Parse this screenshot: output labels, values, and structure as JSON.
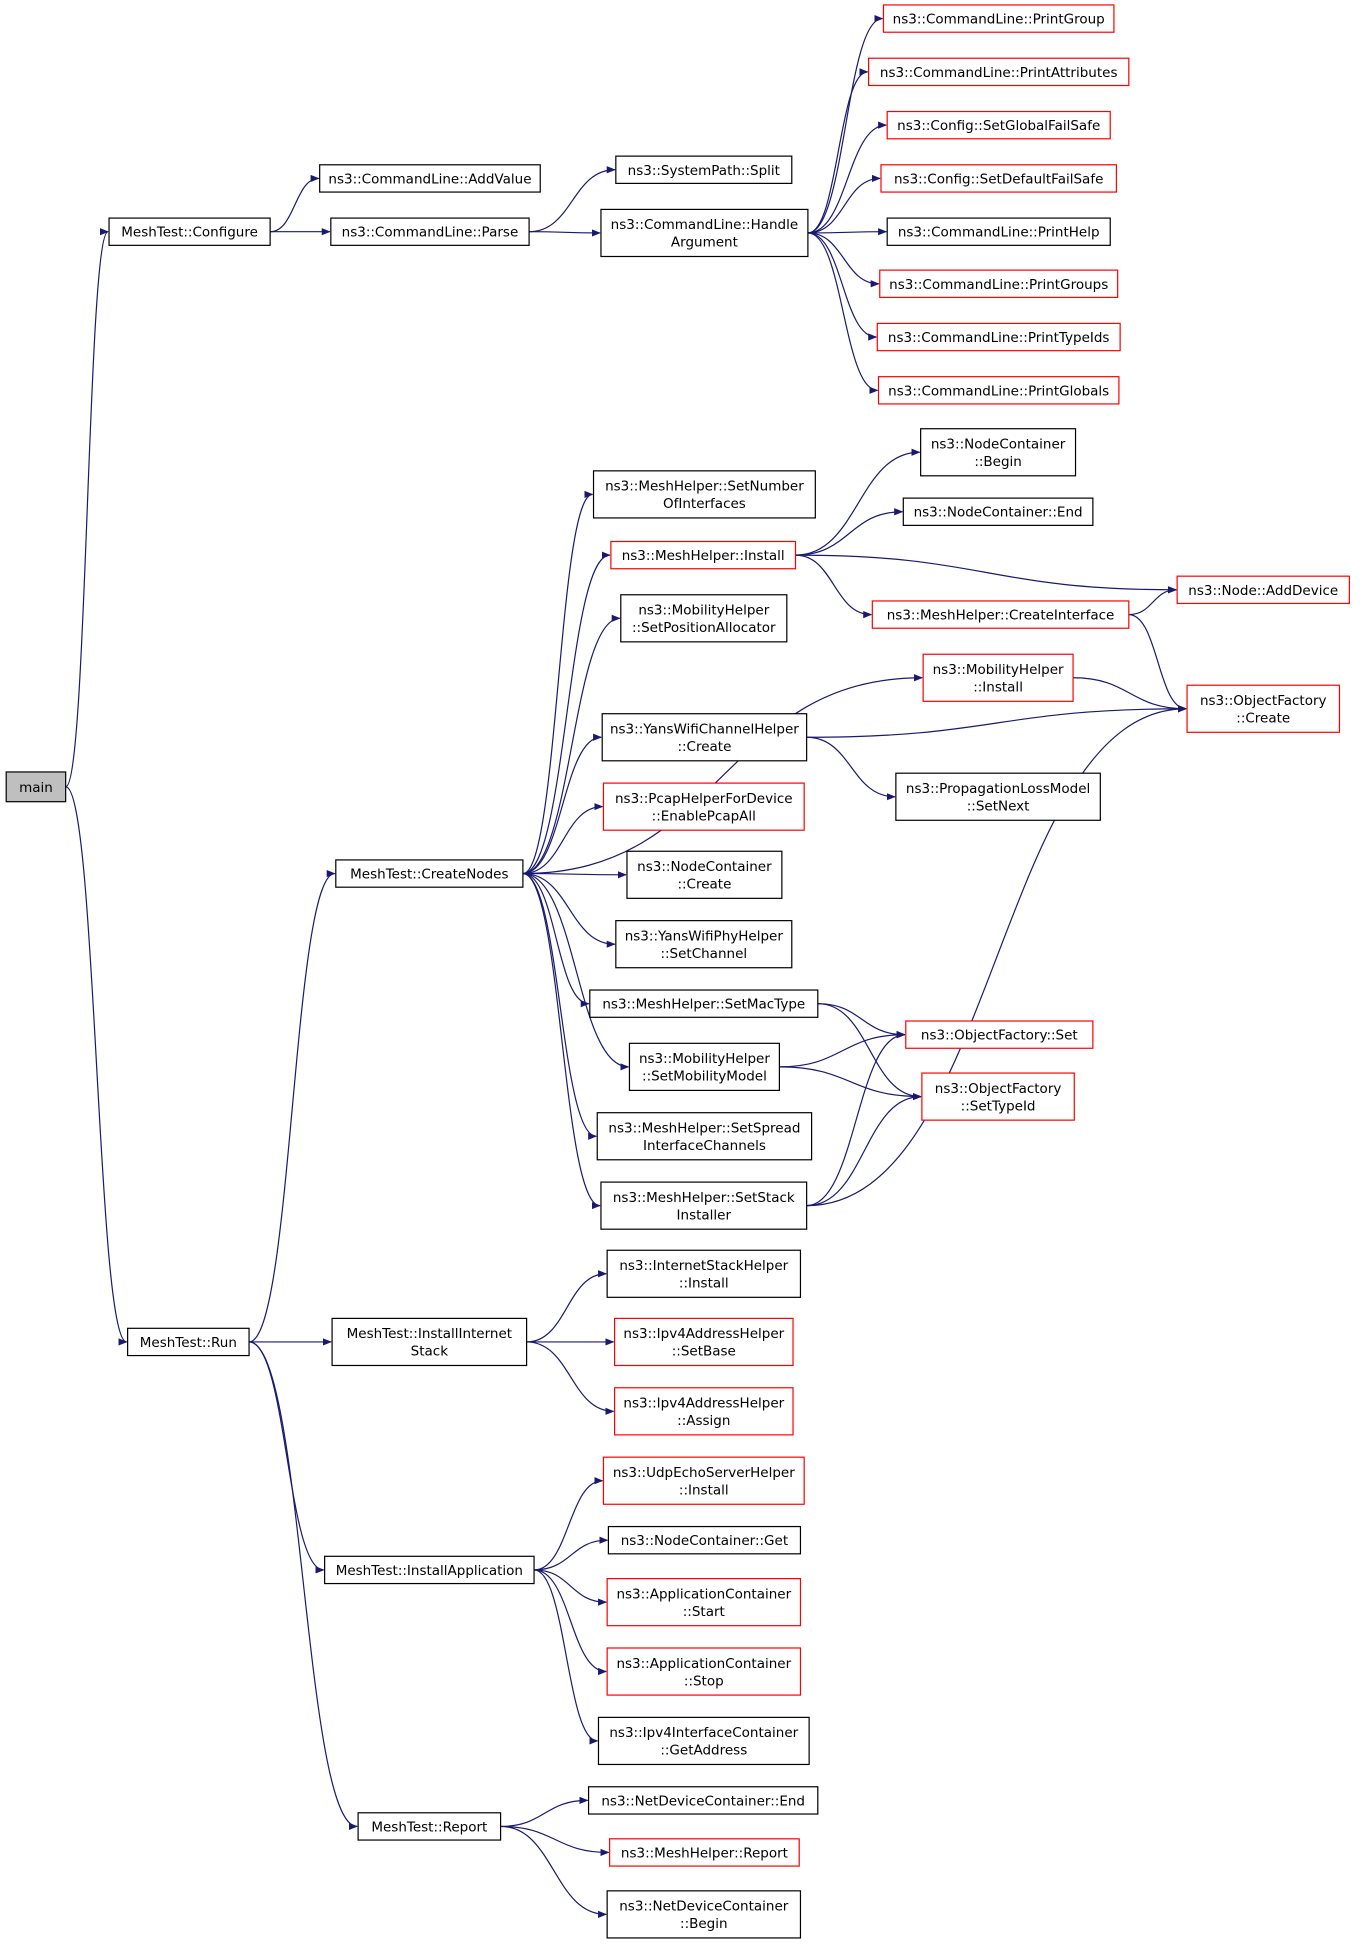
{
  "nodes": [
    {
      "id": "main",
      "lines": [
        "main"
      ],
      "style": "root"
    },
    {
      "id": "configure",
      "lines": [
        "MeshTest::Configure"
      ],
      "style": "black"
    },
    {
      "id": "run",
      "lines": [
        "MeshTest::Run"
      ],
      "style": "black"
    },
    {
      "id": "addvalue",
      "lines": [
        "ns3::CommandLine::AddValue"
      ],
      "style": "black"
    },
    {
      "id": "parse",
      "lines": [
        "ns3::CommandLine::Parse"
      ],
      "style": "black"
    },
    {
      "id": "split",
      "lines": [
        "ns3::SystemPath::Split"
      ],
      "style": "black"
    },
    {
      "id": "handlearg",
      "lines": [
        "ns3::CommandLine::Handle",
        "Argument"
      ],
      "style": "black"
    },
    {
      "id": "printgroup",
      "lines": [
        "ns3::CommandLine::PrintGroup"
      ],
      "style": "red"
    },
    {
      "id": "printattributes",
      "lines": [
        "ns3::CommandLine::PrintAttributes"
      ],
      "style": "red"
    },
    {
      "id": "setglobalfailsafe",
      "lines": [
        "ns3::Config::SetGlobalFailSafe"
      ],
      "style": "red"
    },
    {
      "id": "setdefaultfailsafe",
      "lines": [
        "ns3::Config::SetDefaultFailSafe"
      ],
      "style": "red"
    },
    {
      "id": "printhelp",
      "lines": [
        "ns3::CommandLine::PrintHelp"
      ],
      "style": "black"
    },
    {
      "id": "printgroups",
      "lines": [
        "ns3::CommandLine::PrintGroups"
      ],
      "style": "red"
    },
    {
      "id": "printtypeids",
      "lines": [
        "ns3::CommandLine::PrintTypeIds"
      ],
      "style": "red"
    },
    {
      "id": "printglobals",
      "lines": [
        "ns3::CommandLine::PrintGlobals"
      ],
      "style": "red"
    },
    {
      "id": "createnodes",
      "lines": [
        "MeshTest::CreateNodes"
      ],
      "style": "black"
    },
    {
      "id": "setnumberofinterfaces",
      "lines": [
        "ns3::MeshHelper::SetNumber",
        "OfInterfaces"
      ],
      "style": "black"
    },
    {
      "id": "meshinstall",
      "lines": [
        "ns3::MeshHelper::Install"
      ],
      "style": "red"
    },
    {
      "id": "ncbegin",
      "lines": [
        "ns3::NodeContainer",
        "::Begin"
      ],
      "style": "black"
    },
    {
      "id": "ncend",
      "lines": [
        "ns3::NodeContainer::End"
      ],
      "style": "black"
    },
    {
      "id": "adddevice",
      "lines": [
        "ns3::Node::AddDevice"
      ],
      "style": "red"
    },
    {
      "id": "createinterface",
      "lines": [
        "ns3::MeshHelper::CreateInterface"
      ],
      "style": "red"
    },
    {
      "id": "setposalloc",
      "lines": [
        "ns3::MobilityHelper",
        "::SetPositionAllocator"
      ],
      "style": "black"
    },
    {
      "id": "mobinstall",
      "lines": [
        "ns3::MobilityHelper",
        "::Install"
      ],
      "style": "red"
    },
    {
      "id": "ofcreate",
      "lines": [
        "ns3::ObjectFactory",
        "::Create"
      ],
      "style": "red"
    },
    {
      "id": "yanschcreate",
      "lines": [
        "ns3::YansWifiChannelHelper",
        "::Create"
      ],
      "style": "black"
    },
    {
      "id": "plmsetnext",
      "lines": [
        "ns3::PropagationLossModel",
        "::SetNext"
      ],
      "style": "black"
    },
    {
      "id": "pcapall",
      "lines": [
        "ns3::PcapHelperForDevice",
        "::EnablePcapAll"
      ],
      "style": "red"
    },
    {
      "id": "nccreate",
      "lines": [
        "ns3::NodeContainer",
        "::Create"
      ],
      "style": "black"
    },
    {
      "id": "setchannel",
      "lines": [
        "ns3::YansWifiPhyHelper",
        "::SetChannel"
      ],
      "style": "black"
    },
    {
      "id": "setmactype",
      "lines": [
        "ns3::MeshHelper::SetMacType"
      ],
      "style": "black"
    },
    {
      "id": "ofset",
      "lines": [
        "ns3::ObjectFactory::Set"
      ],
      "style": "red"
    },
    {
      "id": "setmobmodel",
      "lines": [
        "ns3::MobilityHelper",
        "::SetMobilityModel"
      ],
      "style": "black"
    },
    {
      "id": "ofsettypeid",
      "lines": [
        "ns3::ObjectFactory",
        "::SetTypeId"
      ],
      "style": "red"
    },
    {
      "id": "setspread",
      "lines": [
        "ns3::MeshHelper::SetSpread",
        "InterfaceChannels"
      ],
      "style": "black"
    },
    {
      "id": "setstack",
      "lines": [
        "ns3::MeshHelper::SetStack",
        "Installer"
      ],
      "style": "black"
    },
    {
      "id": "installinternet",
      "lines": [
        "MeshTest::InstallInternet",
        "Stack"
      ],
      "style": "black"
    },
    {
      "id": "ishinstall",
      "lines": [
        "ns3::InternetStackHelper",
        "::Install"
      ],
      "style": "black"
    },
    {
      "id": "ipv4setbase",
      "lines": [
        "ns3::Ipv4AddressHelper",
        "::SetBase"
      ],
      "style": "red"
    },
    {
      "id": "ipv4assign",
      "lines": [
        "ns3::Ipv4AddressHelper",
        "::Assign"
      ],
      "style": "red"
    },
    {
      "id": "installapp",
      "lines": [
        "MeshTest::InstallApplication"
      ],
      "style": "black"
    },
    {
      "id": "udpinstall",
      "lines": [
        "ns3::UdpEchoServerHelper",
        "::Install"
      ],
      "style": "red"
    },
    {
      "id": "ncget",
      "lines": [
        "ns3::NodeContainer::Get"
      ],
      "style": "black"
    },
    {
      "id": "acstart",
      "lines": [
        "ns3::ApplicationContainer",
        "::Start"
      ],
      "style": "red"
    },
    {
      "id": "acstop",
      "lines": [
        "ns3::ApplicationContainer",
        "::Stop"
      ],
      "style": "red"
    },
    {
      "id": "getaddress",
      "lines": [
        "ns3::Ipv4InterfaceContainer",
        "::GetAddress"
      ],
      "style": "black"
    },
    {
      "id": "report",
      "lines": [
        "MeshTest::Report"
      ],
      "style": "black"
    },
    {
      "id": "ndcend",
      "lines": [
        "ns3::NetDeviceContainer::End"
      ],
      "style": "black"
    },
    {
      "id": "meshreport",
      "lines": [
        "ns3::MeshHelper::Report"
      ],
      "style": "red"
    },
    {
      "id": "ndcbegin",
      "lines": [
        "ns3::NetDeviceContainer",
        "::Begin"
      ],
      "style": "black"
    }
  ],
  "edges": [
    [
      "main",
      "configure"
    ],
    [
      "main",
      "run"
    ],
    [
      "configure",
      "addvalue"
    ],
    [
      "configure",
      "parse"
    ],
    [
      "parse",
      "split"
    ],
    [
      "parse",
      "handlearg"
    ],
    [
      "handlearg",
      "printgroup"
    ],
    [
      "handlearg",
      "printattributes"
    ],
    [
      "handlearg",
      "setglobalfailsafe"
    ],
    [
      "handlearg",
      "setdefaultfailsafe"
    ],
    [
      "handlearg",
      "printhelp"
    ],
    [
      "handlearg",
      "printgroups"
    ],
    [
      "handlearg",
      "printtypeids"
    ],
    [
      "handlearg",
      "printglobals"
    ],
    [
      "run",
      "createnodes"
    ],
    [
      "run",
      "installinternet"
    ],
    [
      "run",
      "installapp"
    ],
    [
      "run",
      "report"
    ],
    [
      "createnodes",
      "setnumberofinterfaces"
    ],
    [
      "createnodes",
      "meshinstall"
    ],
    [
      "createnodes",
      "setposalloc"
    ],
    [
      "createnodes",
      "mobinstall"
    ],
    [
      "createnodes",
      "yanschcreate"
    ],
    [
      "createnodes",
      "pcapall"
    ],
    [
      "createnodes",
      "nccreate"
    ],
    [
      "createnodes",
      "setchannel"
    ],
    [
      "createnodes",
      "setmactype"
    ],
    [
      "createnodes",
      "setmobmodel"
    ],
    [
      "createnodes",
      "setspread"
    ],
    [
      "createnodes",
      "setstack"
    ],
    [
      "meshinstall",
      "ncbegin"
    ],
    [
      "meshinstall",
      "ncend"
    ],
    [
      "meshinstall",
      "adddevice"
    ],
    [
      "meshinstall",
      "createinterface"
    ],
    [
      "createinterface",
      "adddevice"
    ],
    [
      "createinterface",
      "ofcreate"
    ],
    [
      "mobinstall",
      "ofcreate"
    ],
    [
      "yanschcreate",
      "ofcreate"
    ],
    [
      "yanschcreate",
      "plmsetnext"
    ],
    [
      "setmactype",
      "ofset"
    ],
    [
      "setmactype",
      "ofsettypeid"
    ],
    [
      "setmobmodel",
      "ofset"
    ],
    [
      "setmobmodel",
      "ofsettypeid"
    ],
    [
      "setstack",
      "ofset"
    ],
    [
      "setstack",
      "ofsettypeid"
    ],
    [
      "setstack",
      "ofcreate"
    ],
    [
      "installinternet",
      "ishinstall"
    ],
    [
      "installinternet",
      "ipv4setbase"
    ],
    [
      "installinternet",
      "ipv4assign"
    ],
    [
      "installapp",
      "udpinstall"
    ],
    [
      "installapp",
      "ncget"
    ],
    [
      "installapp",
      "acstart"
    ],
    [
      "installapp",
      "acstop"
    ],
    [
      "installapp",
      "getaddress"
    ],
    [
      "report",
      "ndcend"
    ],
    [
      "report",
      "meshreport"
    ],
    [
      "report",
      "ndcbegin"
    ]
  ]
}
